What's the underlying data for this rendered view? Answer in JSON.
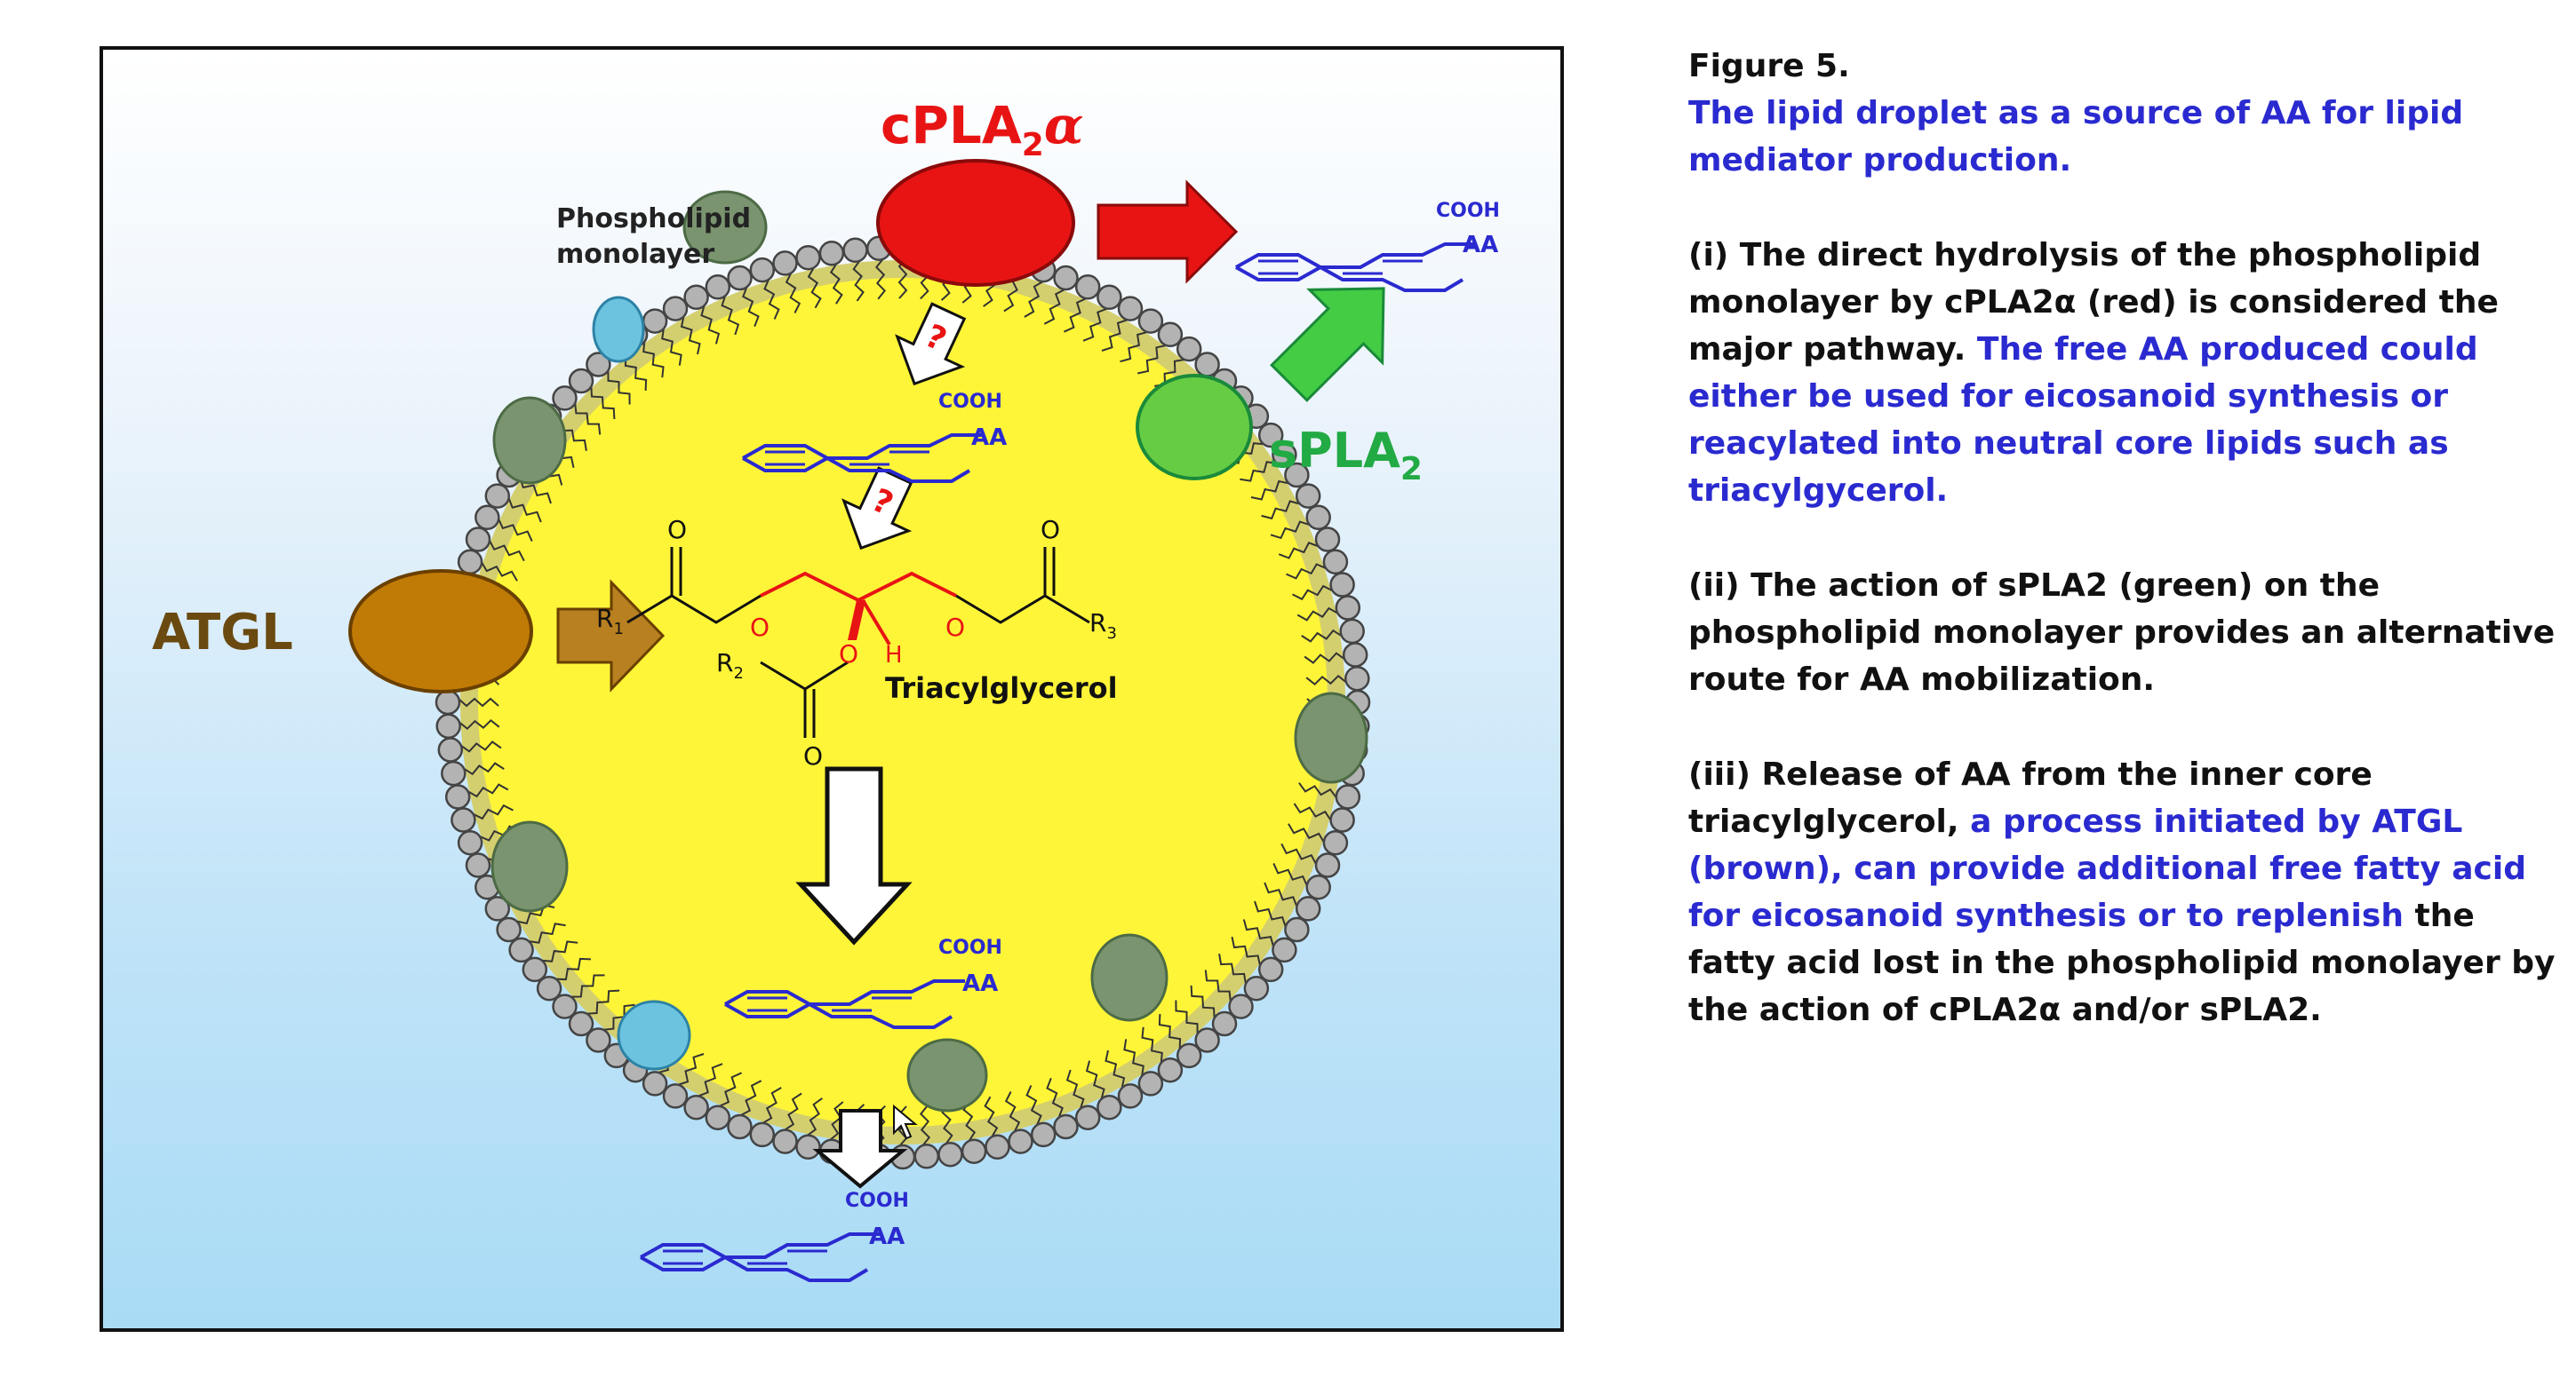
{
  "diagram": {
    "labels": {
      "cpla2_main": "cPLA",
      "cpla2_sub": "2",
      "cpla2_alpha": "α",
      "spla2_main": "sPLA",
      "spla2_sub": "2",
      "atgl": "ATGL",
      "phospholipid_line1": "Phospholipid",
      "phospholipid_line2": "monolayer",
      "triacylglycerol": "Triacylglycerol",
      "question_mark": "?",
      "cooh": "COOH",
      "aa": "AA",
      "r1_main": "R",
      "r1_sub": "1",
      "r2_main": "R",
      "r2_sub": "2",
      "r3_main": "R",
      "r3_sub": "3",
      "oxygen": "O",
      "hydrogen": "H"
    },
    "colors": {
      "cpla2": "#e81414",
      "spla2": "#22aa44",
      "atgl": "#c07a06",
      "aa_blue": "#2a2ad0",
      "droplet": "#fff538",
      "membrane_bead": "#b3b3b3",
      "protein_green": "#7b9470",
      "protein_blue": "#6cc3e0"
    }
  },
  "caption": {
    "figure_label": "Figure 5.",
    "title": "The lipid droplet as a source of AA for lipid mediator production.",
    "para1_black": "(i) The direct hydrolysis of the phospholipid monolayer by cPLA2α (red) is considered the major pathway.",
    "para1_blue": "The free AA produced could either be used for eicosanoid synthesis or reacylated into neutral core lipids such as triacylgycerol.",
    "para2": "(ii) The action of sPLA2 (green) on the phospholipid monolayer provides an alternative route for AA mobilization.",
    "para3_black1": "(iii) Release of AA from the inner core triacylglycerol,",
    "para3_blue": "a process initiated by ATGL (brown), can provide additional free fatty acid for eicosanoid synthesis or to replenish",
    "para3_black2": "the fatty acid lost in the phospholipid monolayer by the action of cPLA2α and/or sPLA2."
  }
}
